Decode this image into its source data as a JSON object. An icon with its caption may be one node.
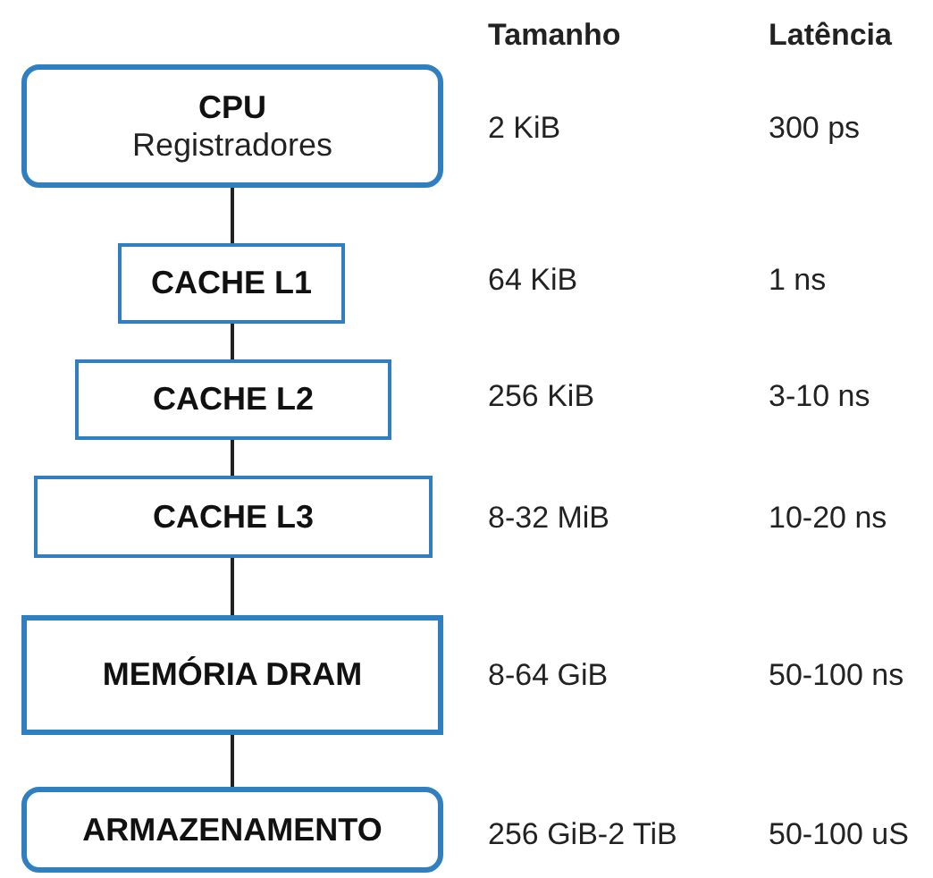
{
  "diagram": {
    "nodes": [
      {
        "text": [
          "CPU",
          "Registradores"
        ]
      },
      {
        "text": [
          "CACHE L1"
        ]
      },
      {
        "text": [
          "CACHE L2"
        ]
      },
      {
        "text": [
          "CACHE L3"
        ]
      },
      {
        "text": [
          "MEMÓRIA DRAM"
        ]
      },
      {
        "text": [
          "ARMAZENAMENTO"
        ]
      }
    ],
    "edges": [
      {
        "from": 0,
        "to": 1,
        "arrow": "none"
      },
      {
        "from": 1,
        "to": 2,
        "arrow": "none"
      },
      {
        "from": 2,
        "to": 3,
        "arrow": "none"
      },
      {
        "from": 3,
        "to": 4,
        "arrow": "none"
      },
      {
        "from": 4,
        "to": 5,
        "arrow": "none"
      }
    ],
    "labels": [
      "Tamanho",
      "Latência",
      "2 KiB",
      "300 ps",
      "64 KiB",
      "1 ns",
      "256 KiB",
      "3-10 ns",
      "8-32 MiB",
      "10-20 ns",
      "8-64 GiB",
      "50-100 ns",
      "256 GiB-2 TiB",
      "50-100 uS"
    ]
  }
}
